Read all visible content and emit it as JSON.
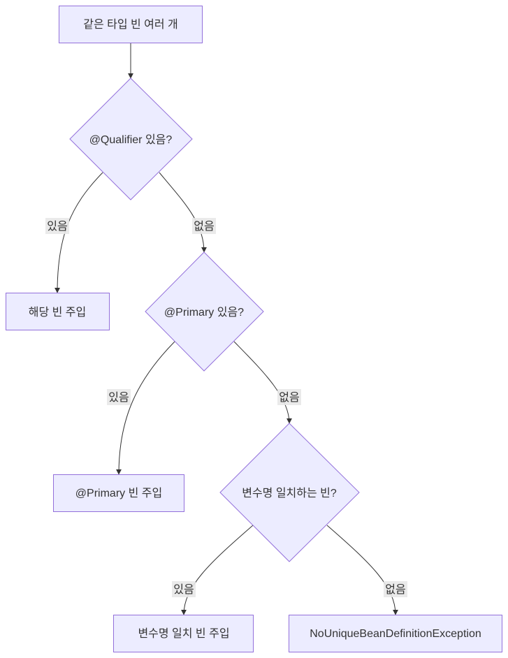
{
  "diagram": {
    "nodes": {
      "start": {
        "label": "같은 타입 빈 여러 개"
      },
      "qualifier_check": {
        "label": "@Qualifier 있음?"
      },
      "inject_target": {
        "label": "해당 빈 주입"
      },
      "primary_check": {
        "label": "@Primary 있음?"
      },
      "inject_primary": {
        "label": "@Primary 빈 주입"
      },
      "name_check": {
        "label": "변수명 일치하는 빈?"
      },
      "inject_by_name": {
        "label": "변수명 일치 빈 주입"
      },
      "exception": {
        "label": "NoUniqueBeanDefinitionException"
      }
    },
    "edges": {
      "qualifier_yes": {
        "label": "있음"
      },
      "qualifier_no": {
        "label": "없음"
      },
      "primary_yes": {
        "label": "있음"
      },
      "primary_no": {
        "label": "없음"
      },
      "name_yes": {
        "label": "있음"
      },
      "name_no": {
        "label": "없음"
      }
    }
  }
}
